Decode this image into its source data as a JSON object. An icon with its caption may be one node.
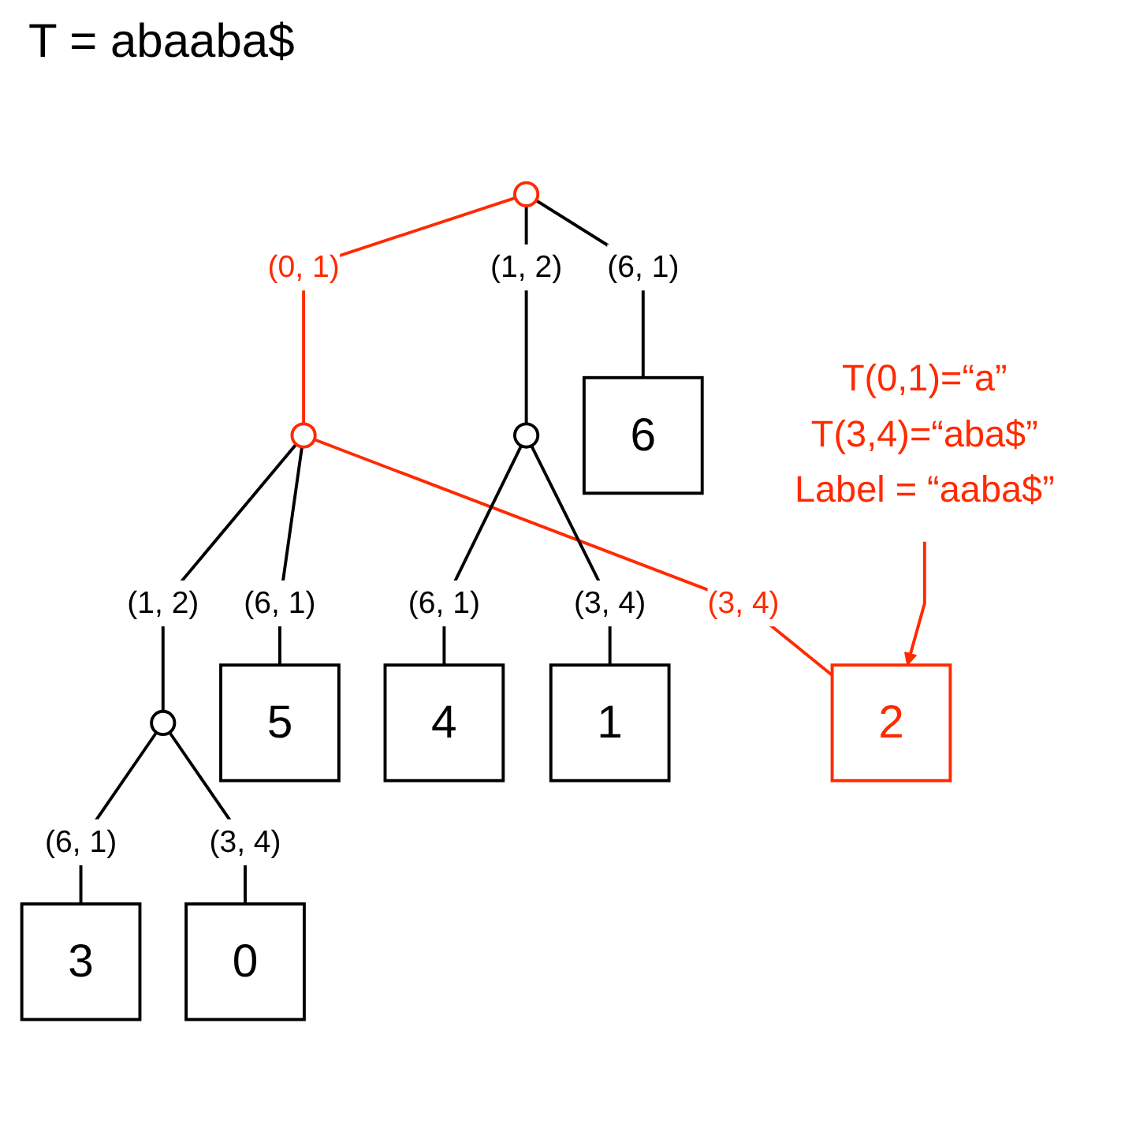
{
  "diagram": {
    "title": "T = abaaba$",
    "nodes": [
      {
        "text": [],
        "shape": "circle"
      },
      {
        "text": [],
        "shape": "circle"
      },
      {
        "text": [],
        "shape": "circle"
      },
      {
        "text": [
          "6"
        ]
      },
      {
        "text": [],
        "shape": "circle"
      },
      {
        "text": [
          "5"
        ]
      },
      {
        "text": [
          "4"
        ]
      },
      {
        "text": [
          "1"
        ]
      },
      {
        "text": [
          "3"
        ]
      },
      {
        "text": [
          "2"
        ]
      },
      {
        "text": [
          "0"
        ]
      },
      {
        "text": [
          "T(0,1)=“a”",
          "T(3,4)=“aba$”",
          "Label = “aaba$”"
        ]
      }
    ],
    "edges": [
      {
        "from": 0,
        "to": 1,
        "arrow": "none",
        "label": "(0, 1)",
        "color": "#ff2a00"
      },
      {
        "from": 0,
        "to": 2,
        "arrow": "none",
        "label": "(1, 2)"
      },
      {
        "from": 0,
        "to": 3,
        "arrow": "none",
        "label": "(6, 1)"
      },
      {
        "from": 1,
        "to": 4,
        "arrow": "none",
        "label": "(1, 2)"
      },
      {
        "from": 1,
        "to": 5,
        "arrow": "none",
        "label": "(6, 1)"
      },
      {
        "from": 1,
        "to": 9,
        "arrow": "none",
        "label": "(3, 4)",
        "color": "#ff2a00"
      },
      {
        "from": 2,
        "to": 6,
        "arrow": "none",
        "label": "(6, 1)"
      },
      {
        "from": 2,
        "to": 7,
        "arrow": "none",
        "label": "(3, 4)"
      },
      {
        "from": 4,
        "to": 8,
        "arrow": "none",
        "label": "(6, 1)"
      },
      {
        "from": 4,
        "to": 10,
        "arrow": "none",
        "label": "(3, 4)"
      },
      {
        "from": 11,
        "to": 9,
        "arrow": "to",
        "color": "#ff2a00"
      }
    ]
  }
}
